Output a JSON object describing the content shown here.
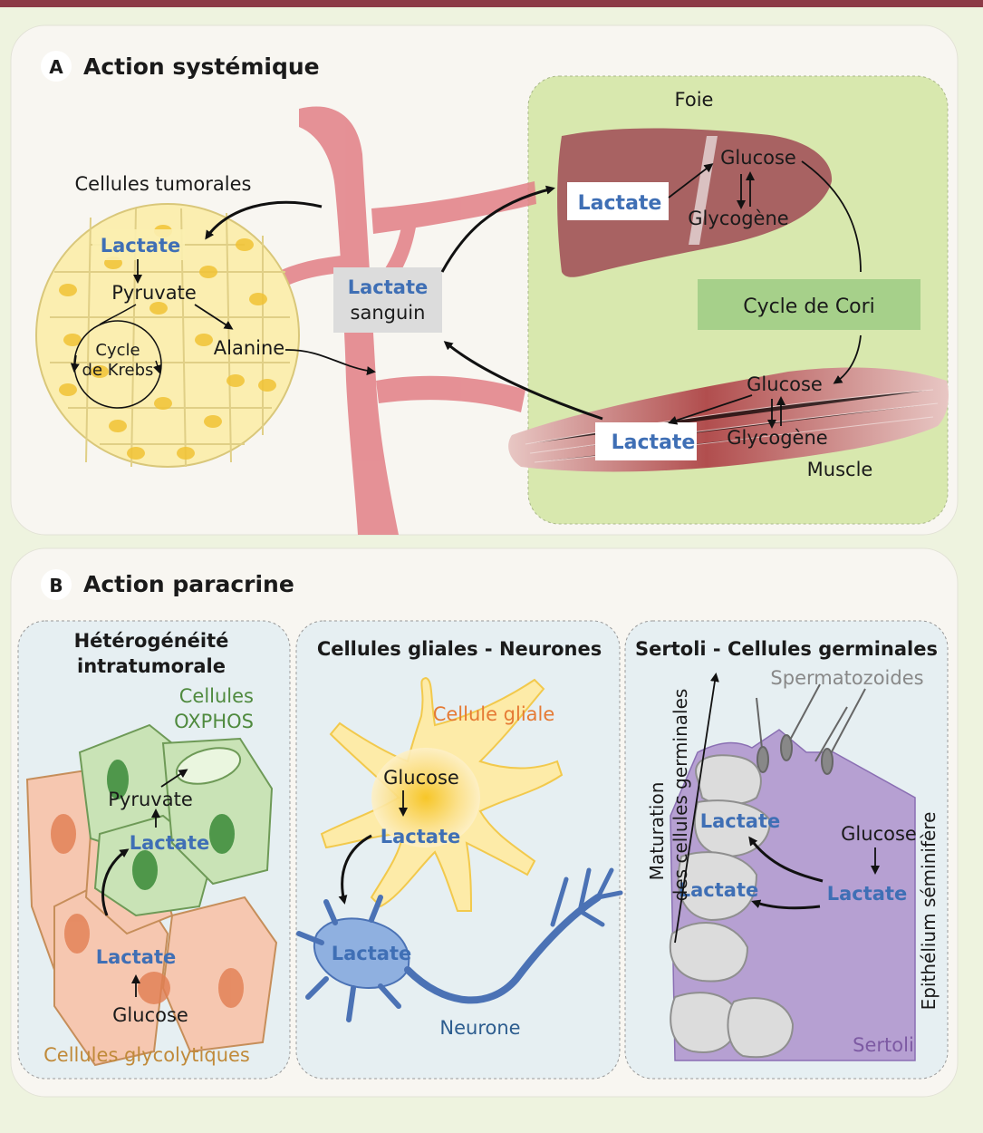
{
  "colors": {
    "top_bar": "#8c3a46",
    "background": "#eef3df",
    "panel": "#f8f6f1",
    "lactate_blue": "#3f6fb5",
    "cori_green": "#a6d08a",
    "liver_area": "#d8e8ae",
    "blood_vessel": "#e27f86",
    "tumor_cells": "#fbeeb0",
    "glycolytic_cells": "#f6c7b0",
    "oxphos_cells": "#c9e3b6",
    "glial_orange": "#e57a34",
    "neuron_blue": "#2d5d8f",
    "sertoli_purple": "#7d5aa3"
  },
  "panelA": {
    "letter": "A",
    "title": "Action systémique",
    "tumor_label": "Cellules tumorales",
    "tumor_lactate": "Lactate",
    "pyruvate": "Pyruvate",
    "alanine": "Alanine",
    "krebs_line1": "Cycle",
    "krebs_line2": "de Krebs",
    "blood_lactate": "Lactate",
    "blood_sanguin": "sanguin",
    "foie": "Foie",
    "liver_lactate": "Lactate",
    "liver_glucose": "Glucose",
    "liver_glycogene": "Glycogène",
    "cori": "Cycle de Cori",
    "muscle_glucose": "Glucose",
    "muscle_lactate": "Lactate",
    "muscle_glycogene": "Glycogène",
    "muscle": "Muscle"
  },
  "panelB": {
    "letter": "B",
    "title": "Action paracrine",
    "sub1": {
      "title_line1": "Hétérogénéité",
      "title_line2": "intratumorale",
      "oxphos_line1": "Cellules",
      "oxphos_line2": "OXPHOS",
      "pyruvate": "Pyruvate",
      "lactate_top": "Lactate",
      "lactate_bottom": "Lactate",
      "glucose": "Glucose",
      "glyco_label": "Cellules glycolytiques"
    },
    "sub2": {
      "title": "Cellules gliales - Neurones",
      "glial_label": "Cellule gliale",
      "glucose": "Glucose",
      "lactate_glial": "Lactate",
      "lactate_neuron": "Lactate",
      "neuron_label": "Neurone"
    },
    "sub3": {
      "title": "Sertoli - Cellules germinales",
      "spermatozoides": "Spermatozoides",
      "maturation_line1": "Maturation",
      "maturation_line2": "des cellules germinales",
      "lactate_upper": "Lactate",
      "lactate_lower": "Lactate",
      "glucose": "Glucose",
      "lactate_sertoli": "Lactate",
      "epithelium": "Epithélium séminifère",
      "sertoli": "Sertoli"
    }
  }
}
